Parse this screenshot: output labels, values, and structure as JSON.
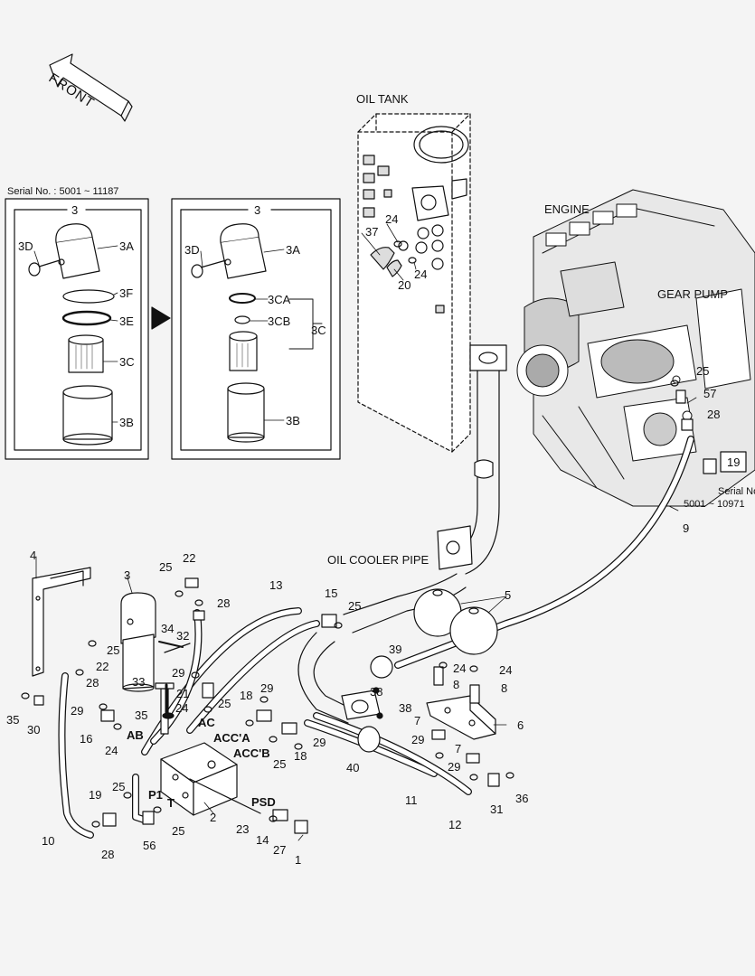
{
  "labels": {
    "front": "FRONT",
    "oil_tank": "OIL TANK",
    "engine": "ENGINE",
    "gear_pump": "GEAR PUMP",
    "oil_cooler_pipe": "OIL COOLER PIPE",
    "serial_range_left": "Serial No. : 5001 ~ 11187",
    "serial_no": "Serial No.",
    "serial_range_right": "5001 ~ 10971"
  },
  "ports": {
    "ab": "AB",
    "ac": "AC",
    "acc_a": "ACC'A",
    "acc_b": "ACC'B",
    "p1": "P1",
    "t": "T",
    "psd": "PSD"
  },
  "filter_old": {
    "title": "3",
    "parts": [
      "3D",
      "3A",
      "3F",
      "3E",
      "3C",
      "3B"
    ]
  },
  "filter_new": {
    "title": "3",
    "parts": [
      "3D",
      "3A",
      "3CA",
      "3CB",
      "3C",
      "3B"
    ]
  },
  "callouts": {
    "c1": "1",
    "c2": "2",
    "c3": "3",
    "c4": "4",
    "c5": "5",
    "c6": "6",
    "c7a": "7",
    "c7b": "7",
    "c8a": "8",
    "c8b": "8",
    "c9": "9",
    "c10": "10",
    "c11": "11",
    "c12": "12",
    "c13": "13",
    "c14": "14",
    "c15": "15",
    "c16": "16",
    "c18a": "18",
    "c18b": "18",
    "c19a": "19",
    "c19b": "19",
    "c20": "20",
    "c21": "21",
    "c22a": "22",
    "c22b": "22",
    "c23": "23",
    "c24a": "24",
    "c24b": "24",
    "c24c": "24",
    "c24d": "24",
    "c24e": "24",
    "c25a": "25",
    "c25b": "25",
    "c25c": "25",
    "c25d": "25",
    "c25e": "25",
    "c25f": "25",
    "c25g": "25",
    "c27": "27",
    "c28a": "28",
    "c28b": "28",
    "c28c": "28",
    "c28d": "28",
    "c29a": "29",
    "c29b": "29",
    "c29c": "29",
    "c29d": "29",
    "c29e": "29",
    "c29f": "29",
    "c30": "30",
    "c31": "31",
    "c32": "32",
    "c33": "33",
    "c34": "34",
    "c35a": "35",
    "c35b": "35",
    "c36": "36",
    "c37": "37",
    "c38a": "38",
    "c38b": "38",
    "c39": "39",
    "c40": "40",
    "c56": "56",
    "c57": "57"
  }
}
